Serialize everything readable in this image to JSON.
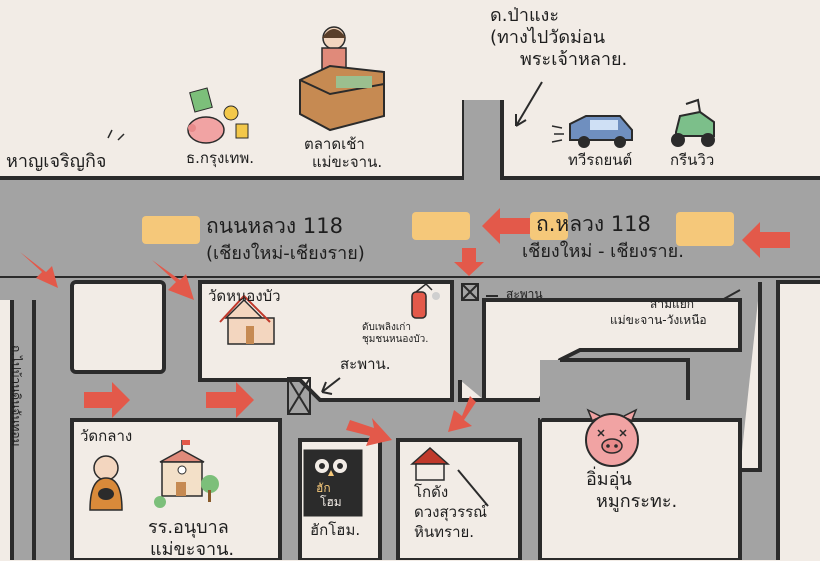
{
  "colors": {
    "background": "#f2ece6",
    "road": "#a3a3a3",
    "road_edge": "#2b2b2b",
    "block": "#f8f4ef",
    "arrow": "#e3594a",
    "highlight": "#f5c87a",
    "pig": "#f1a3a3",
    "car": "#6f8fbf",
    "scooter": "#7cbf8a"
  },
  "labels": {
    "ban_pa_ngae": {
      "line1": "ด.ป่าแงะ",
      "line2": "(ทางไปวัดม่อน",
      "line3": "พระเจ้าหลาย."
    },
    "han_charoen_kit": "หาญเจริญกิจ",
    "bank": "ธ.กรุงเทพ.",
    "morning_market": {
      "line1": "ตลาดเช้า",
      "line2": "แม่ขะจาน."
    },
    "car_dealer": "ทวีรถยนต์",
    "scooter_shop": "กรีนวิว",
    "road_118_left": {
      "line1": "ถนนหลวง 118",
      "line2": "(เชียงใหม่-เชียงราย)"
    },
    "road_118_right": {
      "line1": "ถ.หลวง 118",
      "line2": "เชียงใหม่ - เชียงราย."
    },
    "wat_nong_bua": "วัดหนองบัว",
    "fire_station": {
      "line1": "ดับเพลิงเก่า",
      "line2": "ชุมชนหนองบัว."
    },
    "bridge_top": "สะพาน",
    "bridge_mid": "สะพาน.",
    "intersection": {
      "line1": "สามแยก",
      "line2": "แม่ขะจาน-วังเหนือ"
    },
    "left_road": "ถ.ไปบ้านดินจันทอม",
    "wat_klang": "วัดกลาง",
    "school": {
      "line1": "รร.อนุบาล",
      "line2": "แม่ขะจาน."
    },
    "hug_home": "ฮักโฮม.",
    "hug_home_sign": {
      "line1": "ฮัก",
      "line2": "โฮม"
    },
    "kodang": {
      "line1": "โกดัง",
      "line2": "ดวงสุวรรณ์",
      "line3": "หินทราย."
    },
    "mookata": {
      "line1": "อิ่มอุ่น",
      "line2": "หมูกระทะ."
    }
  },
  "icons": {
    "market_vendor": "market-stall-icon",
    "bank": "piggy-bank-coins-icon",
    "car": "car-icon",
    "scooter": "scooter-icon",
    "temple": "temple-icon",
    "fire": "fire-extinguisher-icon",
    "monk": "monk-icon",
    "school": "school-building-icon",
    "owl": "owl-sign-icon",
    "warehouse": "house-icon",
    "pig": "pig-face-icon"
  }
}
